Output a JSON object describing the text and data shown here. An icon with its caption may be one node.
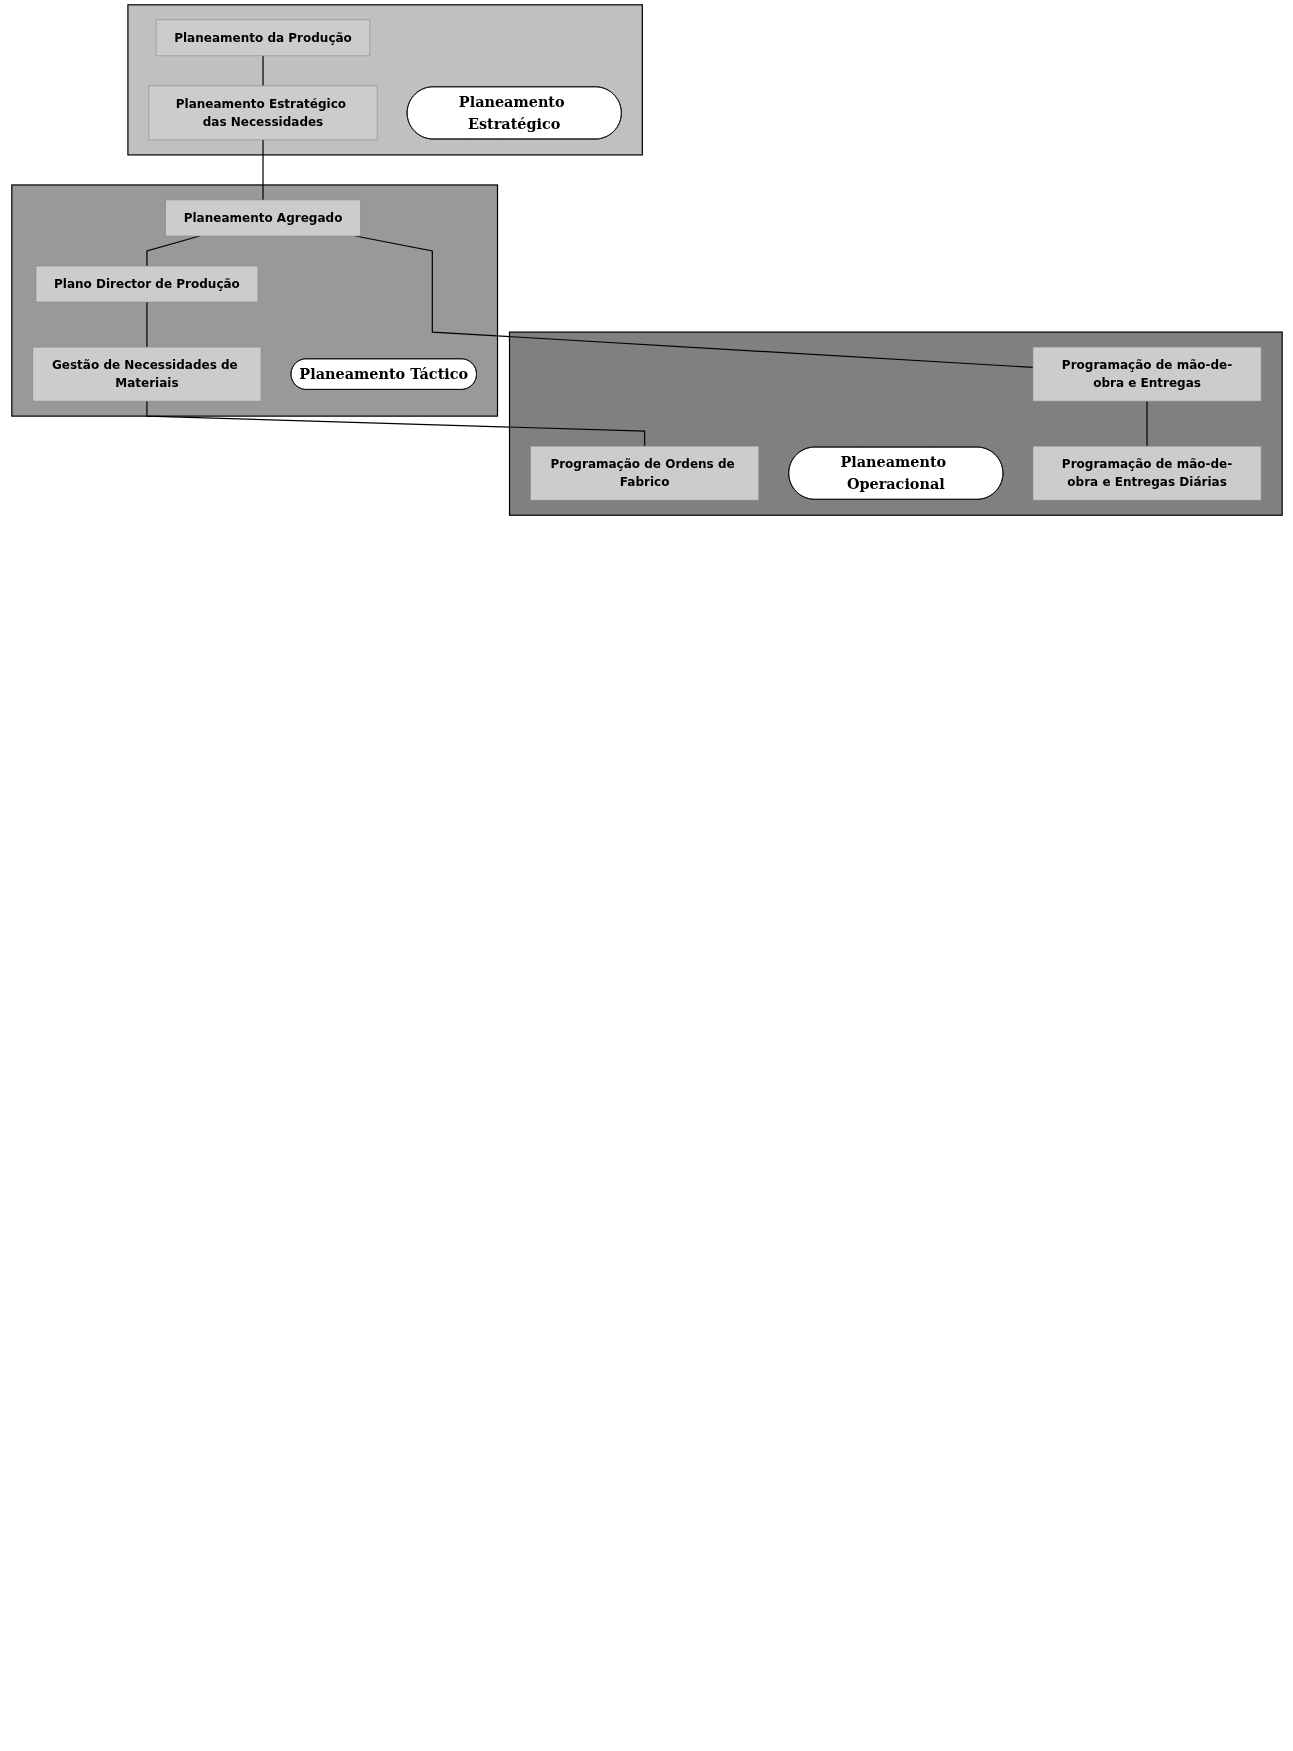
{
  "diagram": {
    "nodes": [
      {
        "text": [],
        "shape": "box"
      },
      {
        "text": [
          "Planeamento da Produção"
        ],
        "in": 0
      },
      {
        "text": [
          "Planeamento Estratégico das Necessidades"
        ],
        "in": 0
      },
      {
        "text": [
          "Planeamento Estratégico"
        ],
        "in": 0
      },
      {
        "text": [],
        "shape": "box"
      },
      {
        "text": [
          "Planeamento Agregado"
        ],
        "in": 4
      },
      {
        "text": [
          "Plano Director de Produção"
        ],
        "in": 4
      },
      {
        "text": [
          "Gestão de Necessidades de Materiais"
        ],
        "in": 4
      },
      {
        "text": [
          "Planeamento Táctico"
        ],
        "in": 4
      },
      {
        "text": [],
        "shape": "box"
      },
      {
        "text": [
          "Programação de Ordens de Fabrico"
        ],
        "in": 9
      },
      {
        "text": [
          "Programação de mão-de-obra e Entregas"
        ],
        "in": 9
      },
      {
        "text": [
          "Planeamento Operacional"
        ],
        "in": 9
      },
      {
        "text": [
          "Programação de mão-de-obra e Entregas Diárias"
        ],
        "in": 9
      }
    ],
    "edges": [
      {
        "from": 1,
        "to": 2,
        "arrow": "none"
      },
      {
        "from": 2,
        "to": 5,
        "arrow": "none"
      },
      {
        "from": 5,
        "to": 6,
        "arrow": "none"
      },
      {
        "from": 6,
        "to": 7,
        "arrow": "none"
      },
      {
        "from": 7,
        "to": 10,
        "arrow": "none"
      },
      {
        "from": 5,
        "to": 11,
        "arrow": "none"
      },
      {
        "from": 11,
        "to": 13,
        "arrow": "none"
      }
    ]
  }
}
